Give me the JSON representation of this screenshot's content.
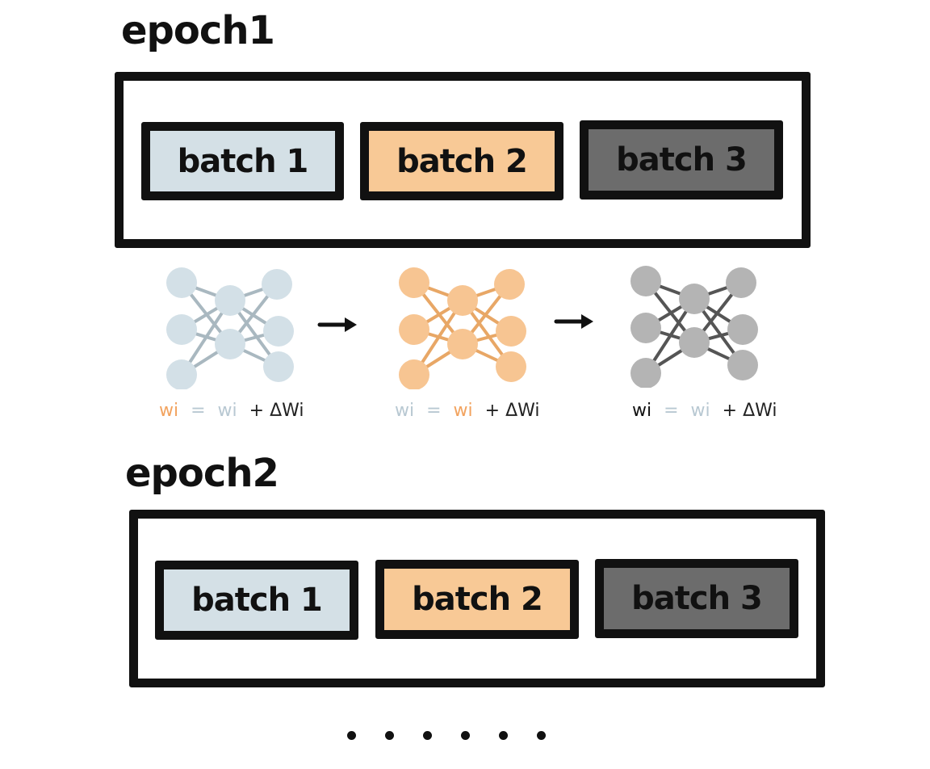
{
  "colors": {
    "batch1": "#d4e0e6",
    "batch2": "#f8c996",
    "batch3": "#6c6c6c",
    "net1": "#d3e0e7",
    "net2": "#f7c592",
    "net3": "#b4b4b4",
    "ink": "#111111"
  },
  "epochs": [
    {
      "title": "epoch1",
      "batches": [
        "batch 1",
        "batch 2",
        "batch 3"
      ]
    },
    {
      "title": "epoch2",
      "batches": [
        "batch 1",
        "batch 2",
        "batch 3"
      ]
    }
  ],
  "updates": [
    {
      "lhs": "wi",
      "eq": "=",
      "rhs": "wi",
      "delta": "+ ΔWi"
    },
    {
      "lhs": "wi",
      "eq": "=",
      "rhs": "wi",
      "delta": "+ ΔWi"
    },
    {
      "lhs": "wi",
      "eq": "=",
      "rhs": "wi",
      "delta": "+ ΔWi"
    }
  ],
  "ellipsis": "......"
}
